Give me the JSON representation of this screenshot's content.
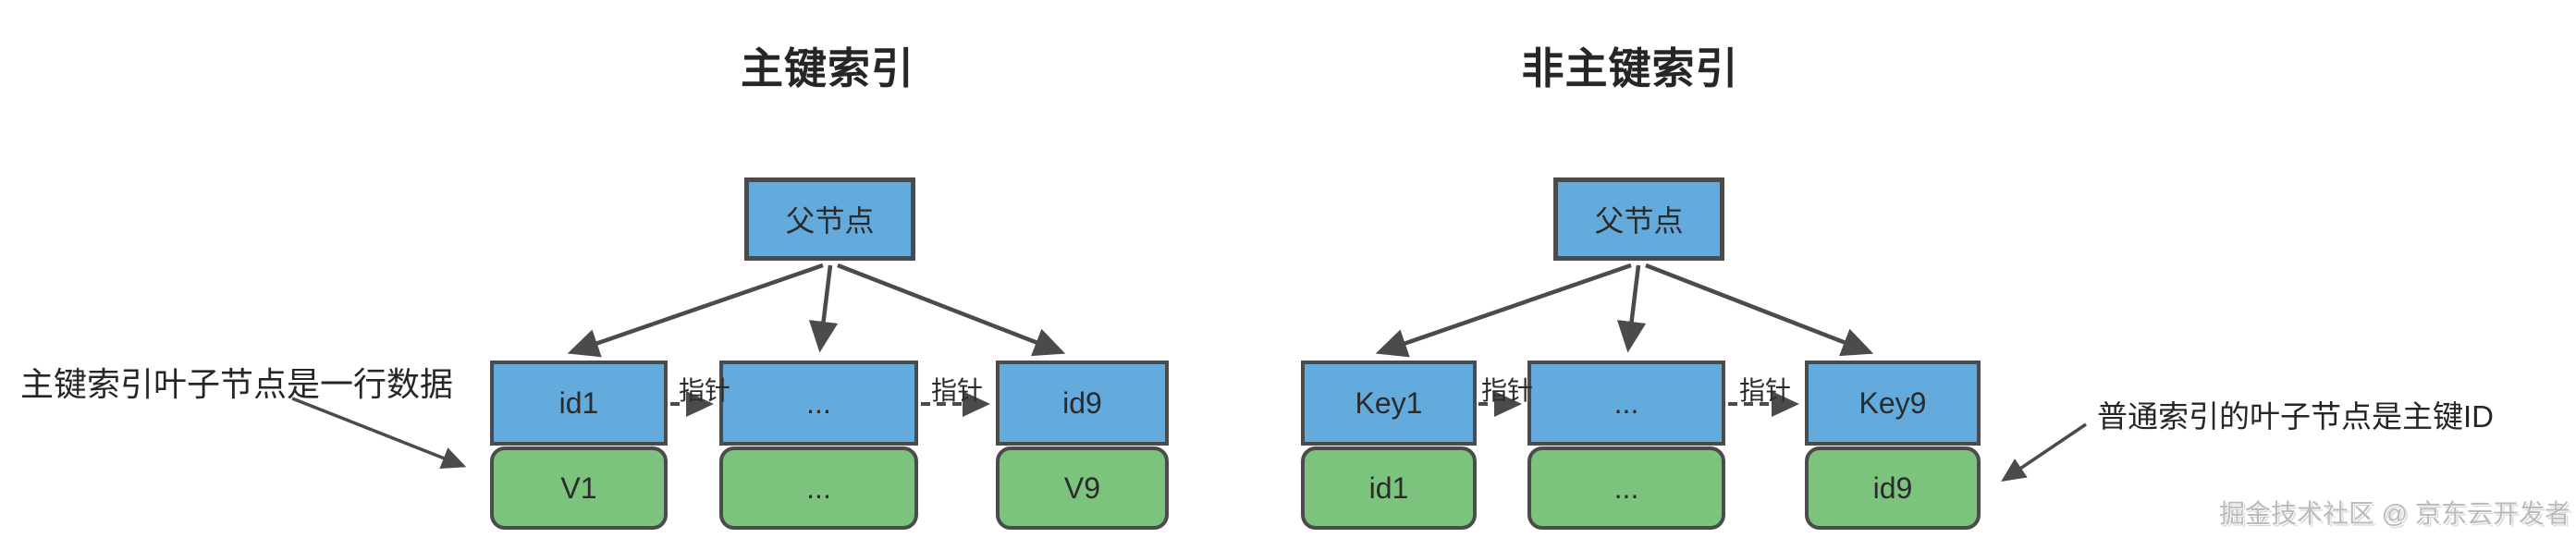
{
  "left": {
    "title": "主键索引",
    "parent": "父节点",
    "keys": [
      "id1",
      "...",
      "id9"
    ],
    "values": [
      "V1",
      "...",
      "V9"
    ],
    "pointers": [
      "指针",
      "指针"
    ],
    "annotation": "主键索引叶子节点是一行数据"
  },
  "right": {
    "title": "非主键索引",
    "parent": "父节点",
    "keys": [
      "Key1",
      "...",
      "Key9"
    ],
    "values": [
      "id1",
      "...",
      "id9"
    ],
    "pointers": [
      "指针",
      "指针"
    ],
    "annotation": "普通索引的叶子节点是主键ID"
  },
  "watermark": "掘金技术社区 @ 京东云开发者",
  "colors": {
    "node_fill": "#63AADD",
    "leaf_fill": "#7CC47E",
    "border": "#4B4B4B",
    "arrow": "#4B4B4B",
    "text": "#2B2B2B",
    "watermark": "#BDBBB9"
  }
}
